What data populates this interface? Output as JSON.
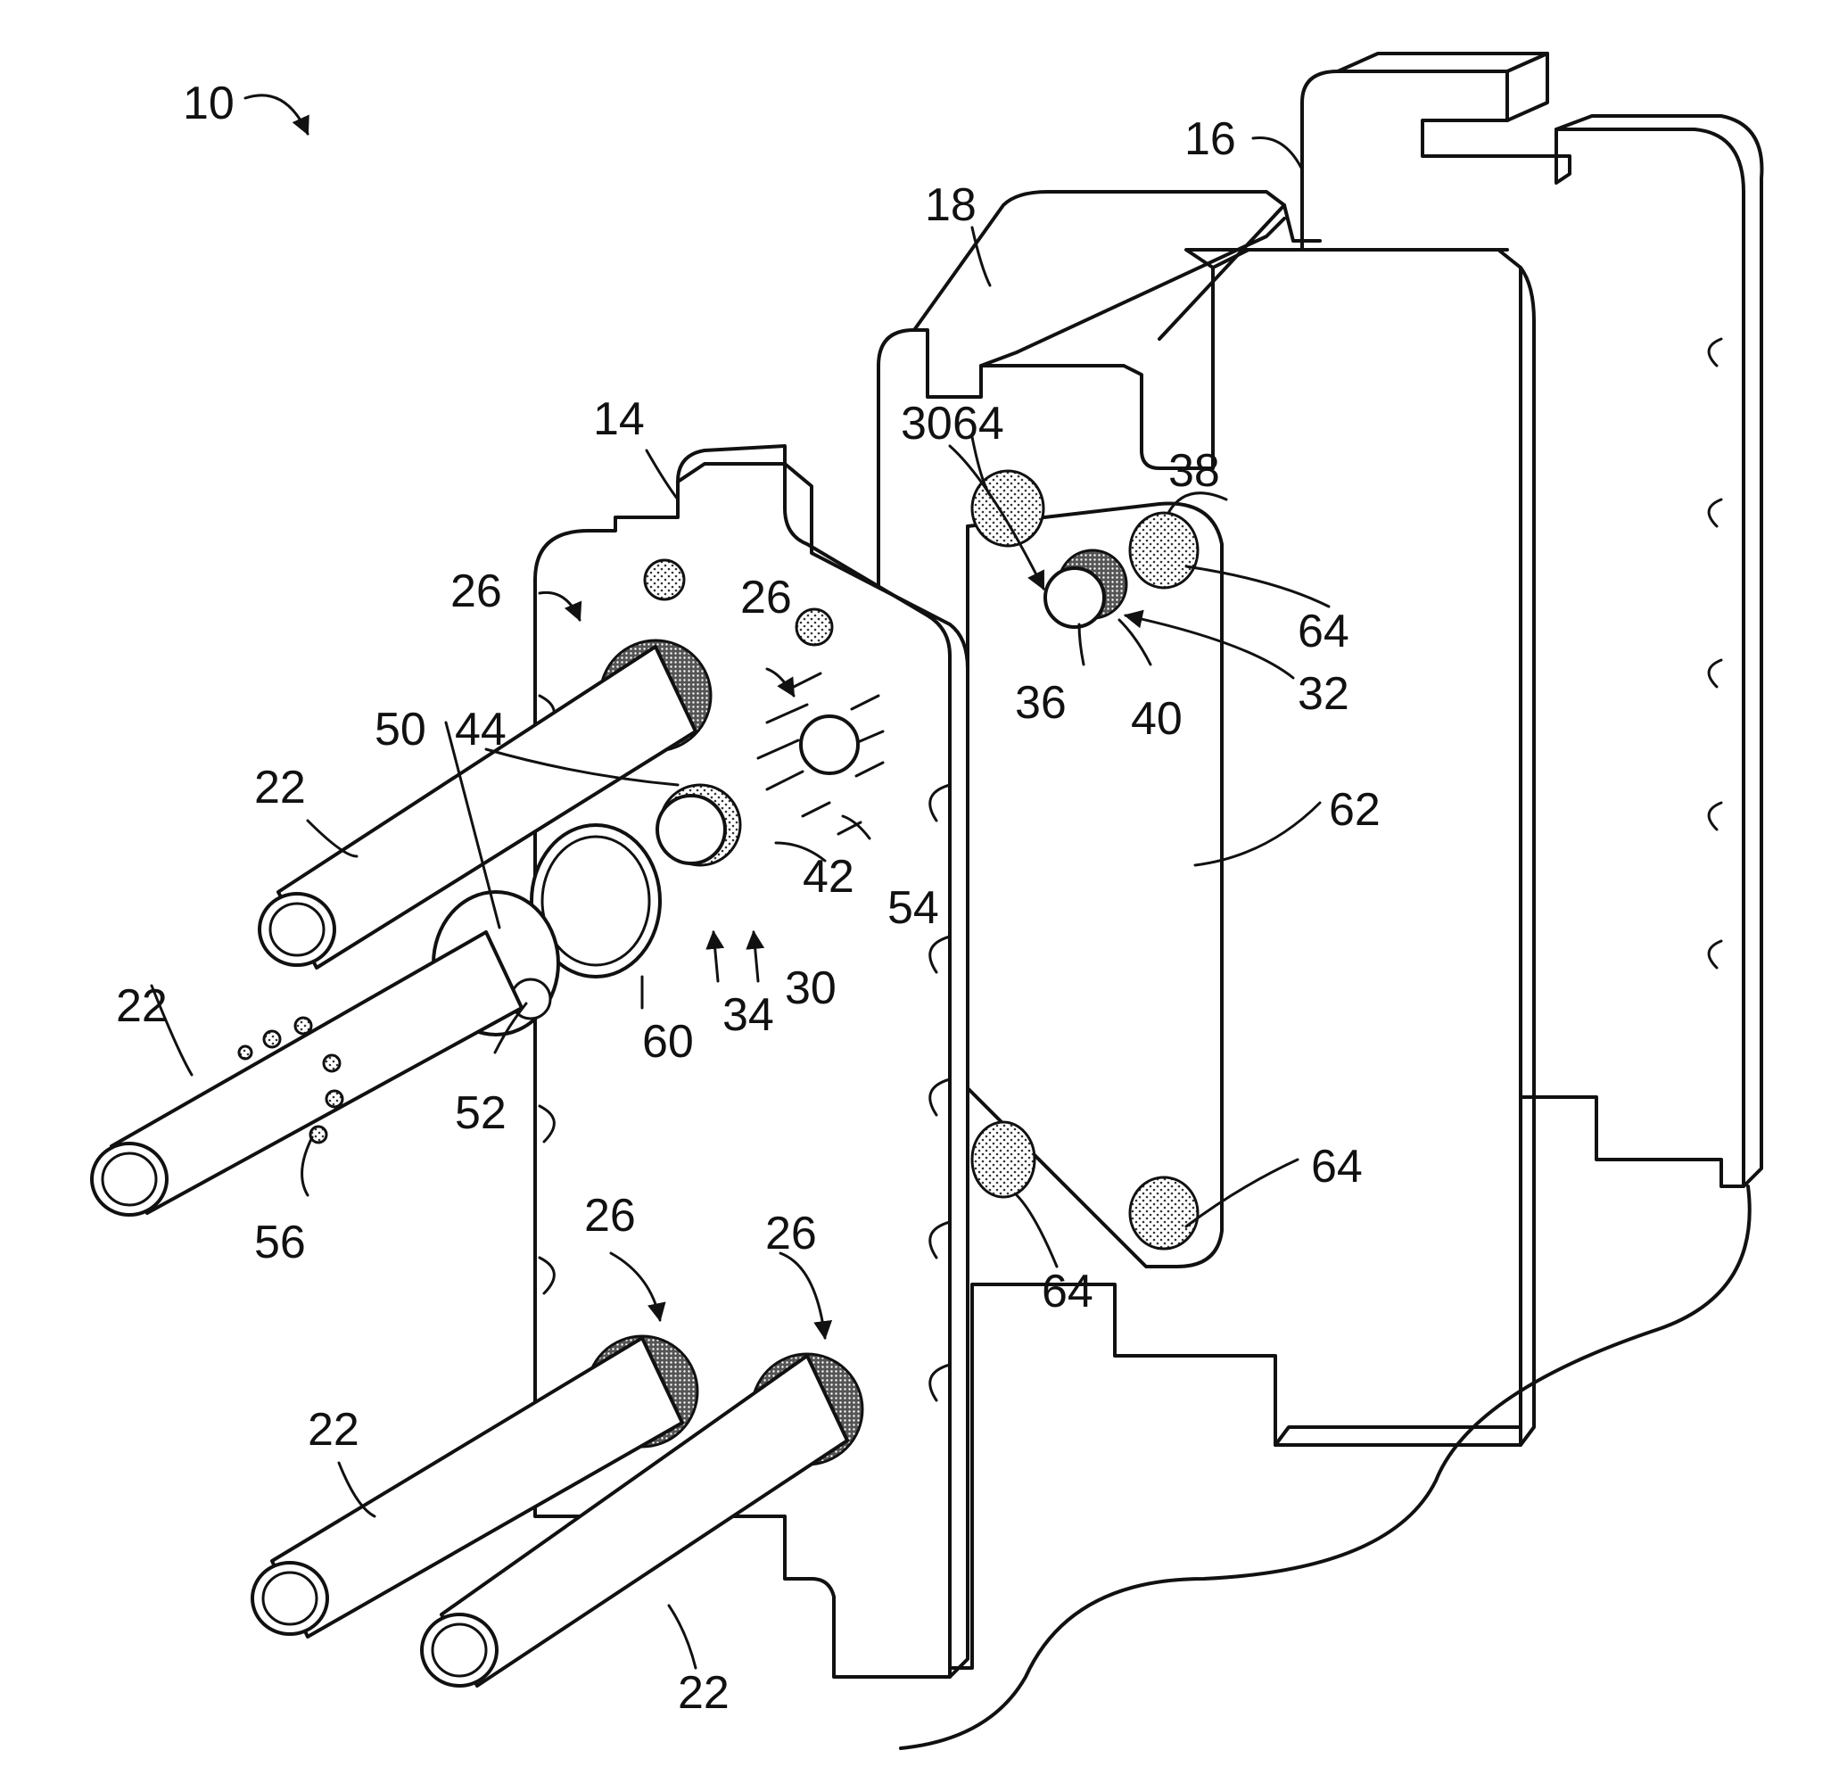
{
  "labels": {
    "assembly": "10",
    "manifold_plate": "14",
    "end_plate": "16",
    "pressure_plate": "18",
    "tube": "22",
    "pass_through_port": "26",
    "port_assembly": "30",
    "receiver": "32",
    "connector": "34",
    "plug": "36",
    "socket": "38",
    "seal": "40",
    "collar": "42",
    "flange": "44",
    "collar_plate": "50",
    "opening": "52",
    "slot": "54",
    "fastener": "56",
    "gasket": "60",
    "face": "62",
    "bore": "64"
  }
}
